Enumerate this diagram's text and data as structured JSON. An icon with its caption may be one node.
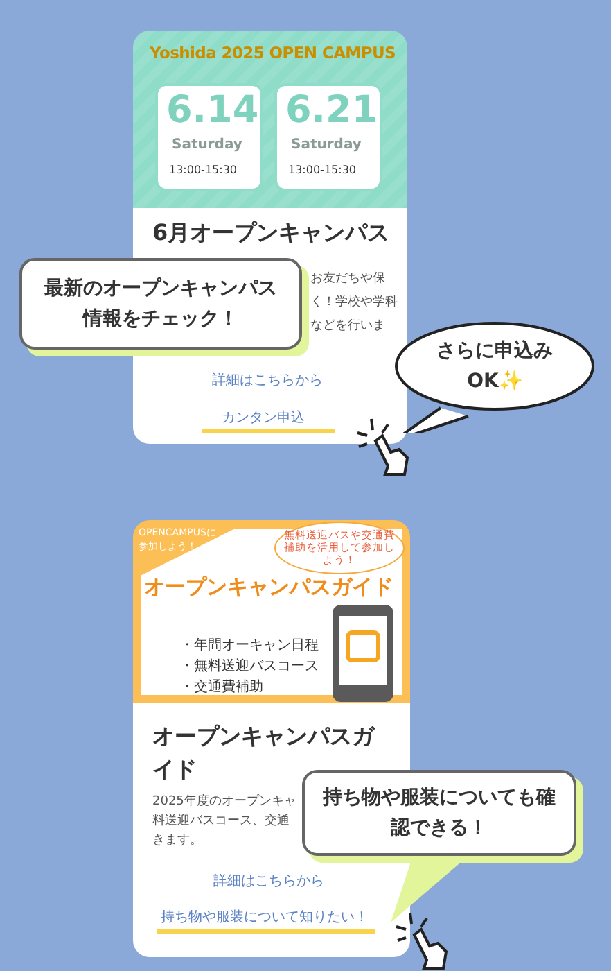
{
  "diagram": {
    "nodes": [
      {
        "text": [
          "6月オープンキャンパス"
        ]
      },
      {
        "text": [
          "最新のオープンキャンパス情報をチェック！"
        ]
      },
      {
        "text": [
          "さらに申込みOK✨"
        ]
      },
      {
        "text": [
          "オープンキャンパスガイド"
        ]
      },
      {
        "text": [
          "持ち物や服装についても確認できる！"
        ]
      }
    ],
    "labels": [
      "Yoshida 2025 OPEN CAMPUS",
      "6.14",
      "Saturday",
      "13:00-15:30",
      "6.21",
      "Saturday",
      "13:00-15:30",
      "お友だちや保",
      "く！学校や学科",
      "などを行いま",
      "詳細はこちらから",
      "カンタン申込",
      "OPENCAMPUSに参加しよう！",
      "オープンキャンパスガイド",
      "無料送迎バスや交通費補助を活用して参加しよう！",
      "・年間オーキャン日程",
      "・無料送迎バスコース",
      "・交通費補助",
      "2025年度のオープンキャ",
      "料送迎バスコース、交通",
      "きます。",
      "詳細はこちらから",
      "持ち物や服装について知りたい！"
    ]
  }
}
